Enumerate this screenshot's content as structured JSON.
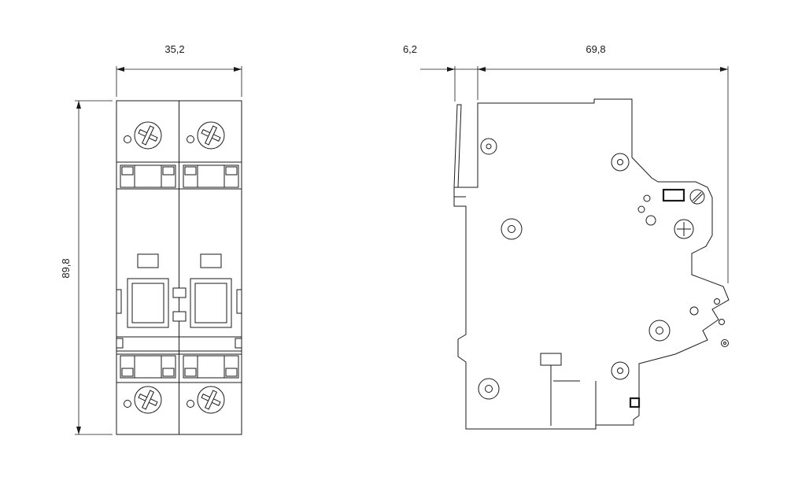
{
  "drawing": {
    "front_view": {
      "width_label": "35,2",
      "height_label": "89,8"
    },
    "side_view": {
      "clip_depth_label": "6,2",
      "body_depth_label": "69,8"
    }
  },
  "colors": {
    "line": "#1a1a1a",
    "background": "#ffffff"
  }
}
